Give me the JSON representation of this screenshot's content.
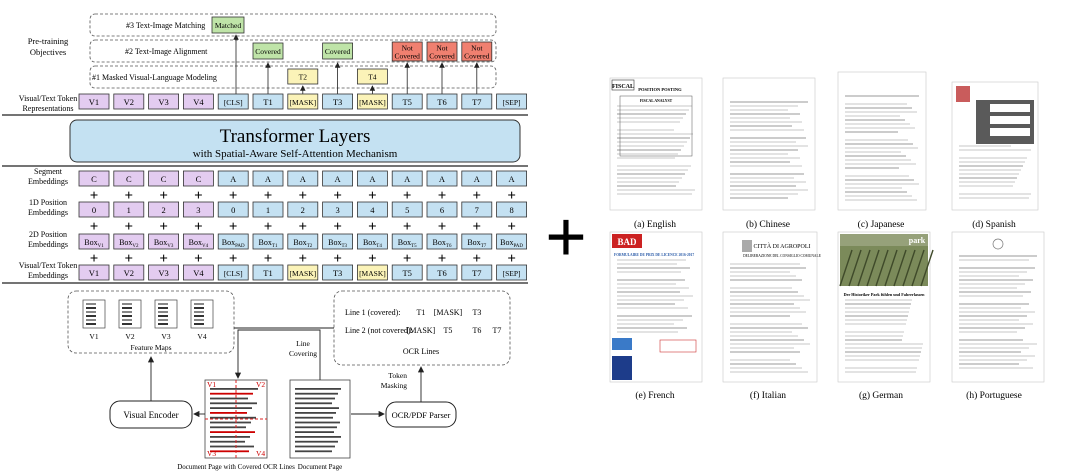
{
  "objectives": {
    "title_line1": "Pre-training",
    "title_line2": "Objectives",
    "obj3": "#3 Text-Image Matching",
    "obj2": "#2 Text-Image Alignment",
    "obj1": "#1 Masked Visual-Language Modeling",
    "matched": "Matched",
    "covered": "Covered",
    "not_covered_line1": "Not",
    "not_covered_line2": "Covered",
    "t2": "T2",
    "t4": "T4"
  },
  "token_label_top": {
    "line1": "Visual/Text Token",
    "line2": "Representations"
  },
  "tokens": [
    "V1",
    "V2",
    "V3",
    "V4",
    "[CLS]",
    "T1",
    "[MASK]",
    "T3",
    "[MASK]",
    "T5",
    "T6",
    "T7",
    "[SEP]"
  ],
  "transformer": {
    "title": "Transformer Layers",
    "subtitle": "with Spatial-Aware Self-Attention Mechanism"
  },
  "segment": {
    "label_line1": "Segment",
    "label_line2": "Embeddings",
    "values": [
      "C",
      "C",
      "C",
      "C",
      "A",
      "A",
      "A",
      "A",
      "A",
      "A",
      "A",
      "A",
      "A"
    ]
  },
  "pos1d": {
    "label_line1": "1D Position",
    "label_line2": "Embeddings",
    "values": [
      "0",
      "1",
      "2",
      "3",
      "0",
      "1",
      "2",
      "3",
      "4",
      "5",
      "6",
      "7",
      "8"
    ]
  },
  "pos2d": {
    "label_line1": "2D Position",
    "label_line2": "Embeddings",
    "prefix": "Box",
    "subs": [
      "V1",
      "V2",
      "V3",
      "V4",
      "PAD",
      "T1",
      "T2",
      "T3",
      "T4",
      "T5",
      "T6",
      "T7",
      "PAD"
    ]
  },
  "token_label_bottom": {
    "line1": "Visual/Text Token",
    "line2": "Embeddings"
  },
  "plus": "+",
  "pipeline": {
    "feature_maps": "Feature Maps",
    "fm_labels": [
      "V1",
      "V2",
      "V3",
      "V4"
    ],
    "visual_encoder": "Visual Encoder",
    "doc_covered_caption": "Document Page with Covered OCR Lines",
    "doc_caption": "Document Page",
    "doc_v_labels": [
      "V1",
      "V2",
      "V3",
      "V4"
    ],
    "line_covering_1": "Line",
    "line_covering_2": "Covering",
    "token_masking_1": "Token",
    "token_masking_2": "Masking",
    "ocr_parser": "OCR/PDF Parser",
    "ocr_lines_title": "OCR Lines",
    "line1_label": "Line 1 (covered):",
    "line1_tokens": [
      "T1",
      "[MASK]",
      "T3"
    ],
    "line2_label": "Line 2 (not covered):",
    "line2_tokens": [
      "[MASK]",
      "T5",
      "T6",
      "T7"
    ]
  },
  "big_plus": "+",
  "examples": {
    "captions": [
      "(a) English",
      "(b) Chinese",
      "(c) Japanese",
      "(d) Spanish",
      "(e) French",
      "(f) Italian",
      "(g) German",
      "(h) Portuguese"
    ],
    "english_header": "POSITION POSTING",
    "english_sub": "FISCAL ANALYST",
    "english_logo": "FISCAL",
    "french_logo": "BAD",
    "italian_title": "CITTÀ DI AGROPOLI",
    "italian_sub": "DELIBERAZIONE DEL CONSIGLIO COMUNALE",
    "german_logo": "park",
    "german_title": "Der Historiker Park fühlen und Fahrerlassen",
    "french_header": "FORMULAIRE DE PRIX DE LICENCE 2016-2017"
  },
  "colors": {
    "purple": "#e3ccf0",
    "blue": "#c4e1f2",
    "yellow": "#fbf3b8",
    "green": "#bfe4a8",
    "red": "#f08070",
    "transformer": "#c4e1f2"
  }
}
